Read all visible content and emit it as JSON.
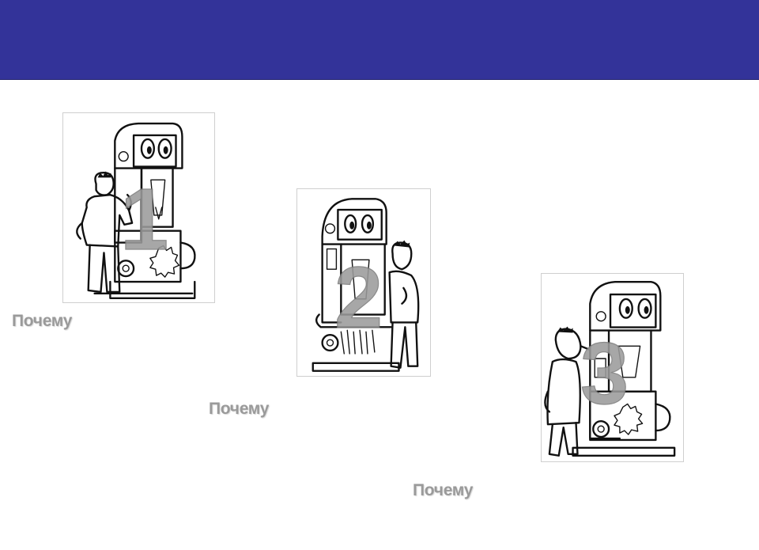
{
  "slide": {
    "title": "",
    "panels": [
      {
        "number": "1",
        "label": "Почему"
      },
      {
        "number": "2",
        "label": "Почему"
      },
      {
        "number": "3",
        "label": "Почему"
      }
    ]
  },
  "colors": {
    "title_bar": "#333399",
    "label_gray": "#9a9a9a",
    "number_gray": "#9b9b9b"
  }
}
